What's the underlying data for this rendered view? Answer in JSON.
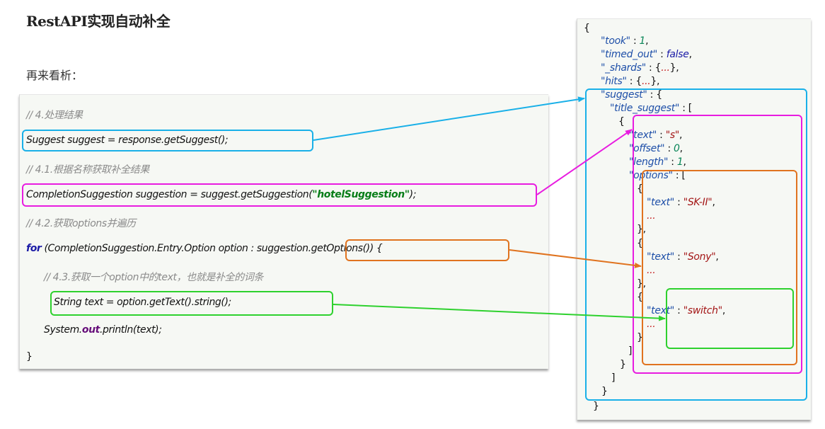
{
  "header": {
    "title": "RestAPI实现自动补全",
    "subtitle": "再来看析："
  },
  "colors": {
    "blue": "#19b0e8",
    "magenta": "#e81ce0",
    "orange": "#e0731f",
    "green": "#2ed12e"
  },
  "java_code": {
    "comment_1": "// 4.处理结果",
    "line_1": "Suggest suggest = response.getSuggest();",
    "comment_2": "// 4.1.根据名称获取补全结果",
    "line_2_prefix": "CompletionSuggestion suggestion = suggest.getSuggestion(",
    "line_2_string": "\"hotelSuggestion\"",
    "line_2_suffix": ");",
    "comment_3": "// 4.2.获取options并遍历",
    "line_3_keyword": "for",
    "line_3_rest": " (CompletionSuggestion.Entry.Option option : suggestion.getOptions()) {",
    "comment_4": "// 4.3.获取一个option中的text，也就是补全的词条",
    "line_4": "String text = option.getText().string();",
    "line_5_prefix": "System.",
    "line_5_field": "out",
    "line_5_suffix": ".println(text);",
    "line_6": "}"
  },
  "json_response": {
    "open_brace": "{",
    "took_key": "\"took\"",
    "took_value": "1",
    "timed_out_key": "\"timed_out\"",
    "timed_out_value": "false",
    "shards_key": "\"_shards\"",
    "hits_key": "\"hits\"",
    "collapsed": "...",
    "suggest_key": "\"suggest\"",
    "title_suggest_key": "\"title_suggest\"",
    "text_key": "\"text\"",
    "text_value": "\"s\"",
    "offset_key": "\"offset\"",
    "offset_value": "0",
    "length_key": "\"length\"",
    "length_value": "1",
    "options_key": "\"options\"",
    "options": [
      {
        "text": "\"SK-II\""
      },
      {
        "text": "\"Sony\""
      },
      {
        "text": "\"switch\""
      }
    ],
    "ellipsis": "..."
  },
  "annotations": [
    {
      "from": "Suggest suggest line",
      "to": "suggest object",
      "color": "blue"
    },
    {
      "from": "getSuggestion line",
      "to": "title_suggest entry",
      "color": "magenta"
    },
    {
      "from": "getOptions()",
      "to": "options array",
      "color": "orange"
    },
    {
      "from": "getText().string()",
      "to": "option text",
      "color": "green"
    }
  ]
}
